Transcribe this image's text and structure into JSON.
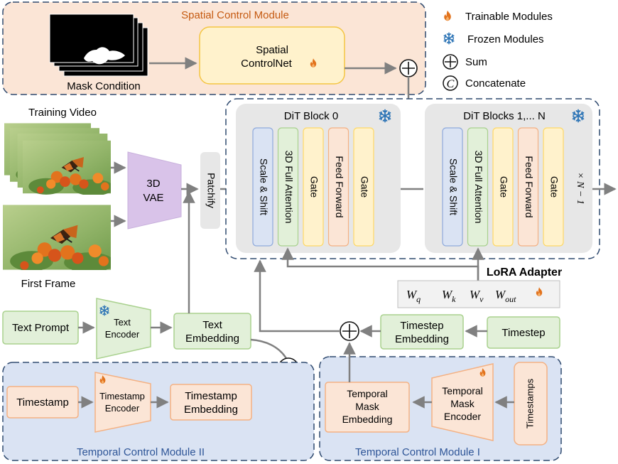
{
  "legend": {
    "trainable": "Trainable Modules",
    "frozen": "Frozen Modules",
    "sum": "Sum",
    "concatenate": "Concatenate",
    "concat_symbol": "C"
  },
  "spatial_module": {
    "title": "Spatial Control  Module",
    "mask_condition": "Mask Condition",
    "controlnet_line1": "Spatial",
    "controlnet_line2": "ControlNet"
  },
  "inputs": {
    "training_video": "Training Video",
    "first_frame": "First Frame"
  },
  "vae": {
    "line1": "3D",
    "line2": "VAE"
  },
  "patchify": "Patchify",
  "dit_block0": {
    "title": "DiT Block 0",
    "layers": [
      "Scale & Shift",
      "3D Full Attention",
      "Gate",
      "Feed Forward",
      "Gate"
    ]
  },
  "dit_blocks_rest": {
    "title": "DiT Blocks 1,... N",
    "layers": [
      "Scale & Shift",
      "3D Full Attention",
      "Gate",
      "Feed Forward",
      "Gate"
    ],
    "repeat_label": "× N − 1"
  },
  "lora": {
    "title": "LoRA Adapter",
    "weights": [
      {
        "base": "W",
        "sub": "q"
      },
      {
        "base": "W",
        "sub": "k"
      },
      {
        "base": "W",
        "sub": "v"
      },
      {
        "base": "W",
        "sub": "out"
      }
    ]
  },
  "text_path": {
    "prompt": "Text Prompt",
    "encoder_line1": "Text",
    "encoder_line2": "Encoder",
    "embedding_line1": "Text",
    "embedding_line2": "Embedding"
  },
  "timestep_path": {
    "timestep": "Timestep",
    "embedding_line1": "Timestep",
    "embedding_line2": "Embedding"
  },
  "temporal_module_2": {
    "title": "Temporal Control  Module II",
    "timestamp": "Timestamp",
    "encoder_line1": "Timestamp",
    "encoder_line2": "Encoder",
    "embedding_line1": "Timestamp",
    "embedding_line2": "Embedding"
  },
  "temporal_module_1": {
    "title": "Temporal Control  Module I",
    "timestamps": "Timestamps",
    "encoder_lines": [
      "Temporal",
      "Mask",
      "Encoder"
    ],
    "embedding_lines": [
      "Temporal",
      "Mask",
      "Embedding"
    ]
  },
  "colors": {
    "spatial_bg": "#fbe5d6",
    "temporal_bg": "#dae3f3",
    "module_border": "#2f4a6f",
    "controlnet_fill": "#fff2cc",
    "controlnet_border": "#f4c542",
    "green_fill": "#e2f0d9",
    "green_border": "#a9d18e",
    "orange_fill": "#fbe5d6",
    "orange_border": "#f4b183",
    "vae_fill": "#d9c3e9",
    "patchify_fill": "#e7e7e7",
    "dit_fill": "#e7e7e7",
    "scale_fill": "#dae3f3",
    "scale_border": "#8faadc",
    "gate_fill": "#fff2cc",
    "gate_border": "#ffd966",
    "arrow": "#808080",
    "flame": "#e2731d",
    "snow": "#2e75b6",
    "title_orange": "#c55a11",
    "title_blue": "#2e5597"
  }
}
